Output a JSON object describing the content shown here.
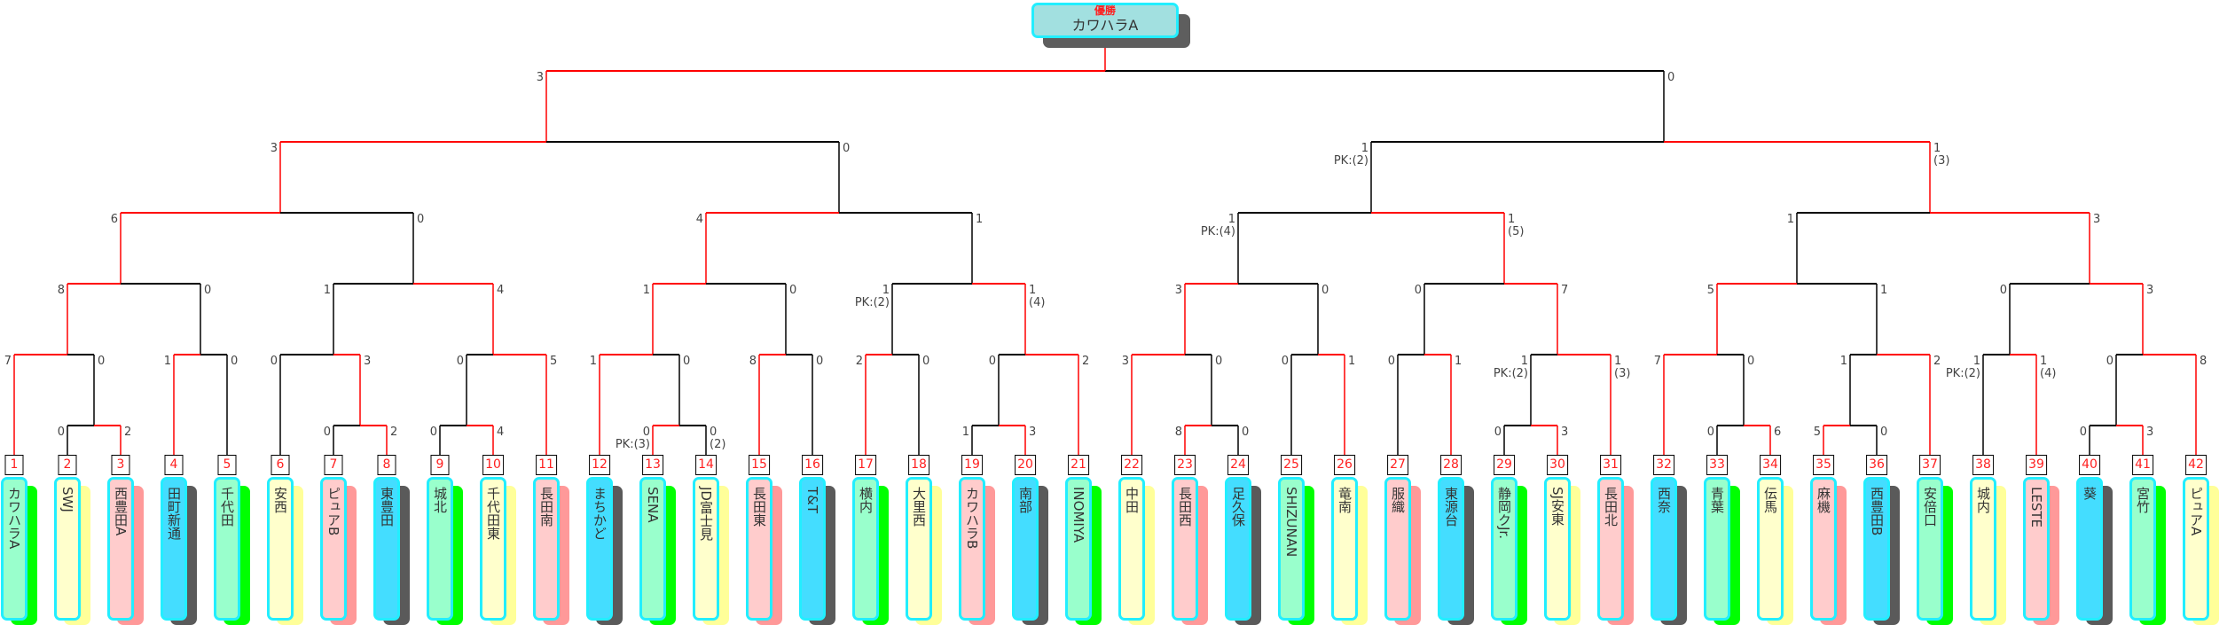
{
  "champion": {
    "label": "優勝",
    "name": "カワハラA"
  },
  "palette": {
    "green": {
      "fill": "#99ffcc",
      "shadow": "#00ff00"
    },
    "yellow": {
      "fill": "#ffffcc",
      "shadow": "#ffff99"
    },
    "pink": {
      "fill": "#ffcccc",
      "shadow": "#ff9999"
    },
    "blue": {
      "fill": "#44ddff",
      "shadow": "#5a5a5a"
    },
    "win_line": "#ff0000",
    "lose_line": "#000000"
  },
  "teams": [
    {
      "no": "1",
      "name": "カワハラA",
      "color": "green"
    },
    {
      "no": "2",
      "name": "SWJ",
      "color": "yellow"
    },
    {
      "no": "3",
      "name": "西豊田A",
      "color": "pink"
    },
    {
      "no": "4",
      "name": "田町新通",
      "color": "blue"
    },
    {
      "no": "5",
      "name": "千代田",
      "color": "green"
    },
    {
      "no": "6",
      "name": "安西",
      "color": "yellow"
    },
    {
      "no": "7",
      "name": "ピュアB",
      "color": "pink"
    },
    {
      "no": "8",
      "name": "東豊田",
      "color": "blue"
    },
    {
      "no": "9",
      "name": "城北",
      "color": "green"
    },
    {
      "no": "10",
      "name": "千代田東",
      "color": "yellow"
    },
    {
      "no": "11",
      "name": "長田南",
      "color": "pink"
    },
    {
      "no": "12",
      "name": "まちかど",
      "color": "blue"
    },
    {
      "no": "13",
      "name": "SENA",
      "color": "green"
    },
    {
      "no": "14",
      "name": "JD富士見",
      "color": "yellow"
    },
    {
      "no": "15",
      "name": "長田東",
      "color": "pink"
    },
    {
      "no": "16",
      "name": "T&T",
      "color": "blue"
    },
    {
      "no": "17",
      "name": "横内",
      "color": "green"
    },
    {
      "no": "18",
      "name": "大里西",
      "color": "yellow"
    },
    {
      "no": "19",
      "name": "カワハラB",
      "color": "pink"
    },
    {
      "no": "20",
      "name": "南部",
      "color": "blue"
    },
    {
      "no": "21",
      "name": "INOMIYA",
      "color": "green"
    },
    {
      "no": "22",
      "name": "中田",
      "color": "yellow"
    },
    {
      "no": "23",
      "name": "長田西",
      "color": "pink"
    },
    {
      "no": "24",
      "name": "足久保",
      "color": "blue"
    },
    {
      "no": "25",
      "name": "SHIZUNAN",
      "color": "green"
    },
    {
      "no": "26",
      "name": "竜南",
      "color": "yellow"
    },
    {
      "no": "27",
      "name": "服織",
      "color": "pink"
    },
    {
      "no": "28",
      "name": "東源台",
      "color": "blue"
    },
    {
      "no": "29",
      "name": "静岡クJr.",
      "color": "green"
    },
    {
      "no": "30",
      "name": "SJ安東",
      "color": "yellow"
    },
    {
      "no": "31",
      "name": "長田北",
      "color": "pink"
    },
    {
      "no": "32",
      "name": "西奈",
      "color": "blue"
    },
    {
      "no": "33",
      "name": "青葉",
      "color": "green"
    },
    {
      "no": "34",
      "name": "伝馬",
      "color": "yellow"
    },
    {
      "no": "35",
      "name": "麻機",
      "color": "pink"
    },
    {
      "no": "36",
      "name": "西豊田B",
      "color": "blue"
    },
    {
      "no": "37",
      "name": "安倍口",
      "color": "green"
    },
    {
      "no": "38",
      "name": "城内",
      "color": "yellow"
    },
    {
      "no": "39",
      "name": "LESTE",
      "color": "pink"
    },
    {
      "no": "40",
      "name": "葵",
      "color": "blue"
    },
    {
      "no": "41",
      "name": "宮竹",
      "color": "green"
    },
    {
      "no": "42",
      "name": "ピュアA",
      "color": "yellow"
    }
  ],
  "bracket": {
    "s": [
      "3",
      "0"
    ],
    "w": "l",
    "l": {
      "s": [
        "3",
        "0"
      ],
      "w": "l",
      "l": {
        "s": [
          "6",
          "0"
        ],
        "w": "l",
        "l": {
          "s": [
            "8",
            "0"
          ],
          "w": "l",
          "l": {
            "s": [
              "7",
              "0"
            ],
            "w": "l",
            "l": 1,
            "r": {
              "s": [
                "0",
                "2"
              ],
              "w": "r",
              "l": 2,
              "r": 3
            }
          },
          "r": {
            "s": [
              "1",
              "0"
            ],
            "w": "l",
            "l": 4,
            "r": 5
          }
        },
        "r": {
          "s": [
            "1",
            "4"
          ],
          "w": "r",
          "l": {
            "s": [
              "0",
              "3"
            ],
            "w": "r",
            "l": 6,
            "r": {
              "s": [
                "0",
                "2"
              ],
              "w": "r",
              "l": 7,
              "r": 8
            }
          },
          "r": {
            "s": [
              "0",
              "5"
            ],
            "w": "r",
            "l": {
              "s": [
                "0",
                "4"
              ],
              "w": "r",
              "l": 9,
              "r": 10
            },
            "r": 11
          }
        }
      },
      "r": {
        "s": [
          "4",
          "1"
        ],
        "w": "l",
        "l": {
          "s": [
            "1",
            "0"
          ],
          "w": "l",
          "l": {
            "s": [
              "1",
              "0"
            ],
            "w": "l",
            "l": 12,
            "r": {
              "s": [
                "0",
                "0"
              ],
              "pk": [
                "PK:(3)",
                "(2)"
              ],
              "w": "l",
              "l": 13,
              "r": 14
            }
          },
          "r": {
            "s": [
              "8",
              "0"
            ],
            "w": "l",
            "l": 15,
            "r": 16
          }
        },
        "r": {
          "s": [
            "1",
            "1"
          ],
          "pk": [
            "PK:(2)",
            "(4)"
          ],
          "w": "r",
          "l": {
            "s": [
              "2",
              "0"
            ],
            "w": "l",
            "l": 17,
            "r": 18
          },
          "r": {
            "s": [
              "0",
              "2"
            ],
            "w": "r",
            "l": {
              "s": [
                "1",
                "3"
              ],
              "w": "r",
              "l": 19,
              "r": 20
            },
            "r": 21
          }
        }
      }
    },
    "r": {
      "s": [
        "1",
        "1"
      ],
      "pk": [
        "PK:(2)",
        "(3)"
      ],
      "w": "r",
      "l": {
        "s": [
          "1",
          "1"
        ],
        "pk": [
          "PK:(4)",
          "(5)"
        ],
        "w": "r",
        "l": {
          "s": [
            "3",
            "0"
          ],
          "w": "l",
          "l": {
            "s": [
              "3",
              "0"
            ],
            "w": "l",
            "l": 22,
            "r": {
              "s": [
                "8",
                "0"
              ],
              "w": "l",
              "l": 23,
              "r": 24
            }
          },
          "r": {
            "s": [
              "0",
              "1"
            ],
            "w": "r",
            "l": 25,
            "r": 26
          }
        },
        "r": {
          "s": [
            "0",
            "7"
          ],
          "w": "r",
          "l": {
            "s": [
              "0",
              "1"
            ],
            "w": "r",
            "l": 27,
            "r": 28
          },
          "r": {
            "s": [
              "1",
              "1"
            ],
            "pk": [
              "PK:(2)",
              "(3)"
            ],
            "w": "r",
            "l": {
              "s": [
                "0",
                "3"
              ],
              "w": "r",
              "l": 29,
              "r": 30
            },
            "r": 31
          }
        }
      },
      "r": {
        "s": [
          "1",
          "3"
        ],
        "w": "r",
        "l": {
          "s": [
            "5",
            "1"
          ],
          "w": "l",
          "l": {
            "s": [
              "7",
              "0"
            ],
            "w": "l",
            "l": 32,
            "r": {
              "s": [
                "0",
                "6"
              ],
              "w": "r",
              "l": 33,
              "r": 34
            }
          },
          "r": {
            "s": [
              "1",
              "2"
            ],
            "w": "r",
            "l": {
              "s": [
                "5",
                "0"
              ],
              "w": "l",
              "l": 35,
              "r": 36
            },
            "r": 37
          }
        },
        "r": {
          "s": [
            "0",
            "3"
          ],
          "w": "r",
          "l": {
            "s": [
              "1",
              "1"
            ],
            "pk": [
              "PK:(2)",
              "(4)"
            ],
            "w": "r",
            "l": 38,
            "r": 39
          },
          "r": {
            "s": [
              "0",
              "8"
            ],
            "w": "r",
            "l": {
              "s": [
                "0",
                "3"
              ],
              "w": "r",
              "l": 40,
              "r": 41
            },
            "r": 42
          }
        }
      }
    }
  }
}
